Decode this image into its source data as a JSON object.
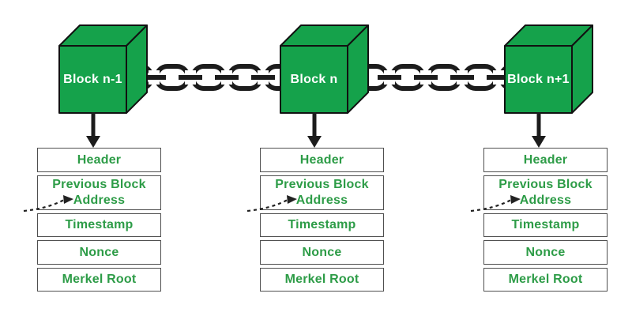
{
  "colors": {
    "cube_green": "#15a24b",
    "cube_edge": "#111111",
    "cube_text": "#ffffff",
    "field_text": "#2d9c47",
    "chain_black": "#1c1c1c",
    "box_border": "#4f4f4f",
    "background": "#ffffff"
  },
  "blocks": [
    {
      "label": "Block n-1",
      "fields": [
        {
          "label": "Header"
        },
        {
          "label": "Previous Block Address"
        },
        {
          "label": "Timestamp"
        },
        {
          "label": "Nonce"
        },
        {
          "label": "Merkel Root"
        }
      ]
    },
    {
      "label": "Block n",
      "fields": [
        {
          "label": "Header"
        },
        {
          "label": "Previous Block Address"
        },
        {
          "label": "Timestamp"
        },
        {
          "label": "Nonce"
        },
        {
          "label": "Merkel Root"
        }
      ]
    },
    {
      "label": "Block n+1",
      "fields": [
        {
          "label": "Header"
        },
        {
          "label": "Previous Block Address"
        },
        {
          "label": "Timestamp"
        },
        {
          "label": "Nonce"
        },
        {
          "label": "Merkel Root"
        }
      ]
    }
  ]
}
